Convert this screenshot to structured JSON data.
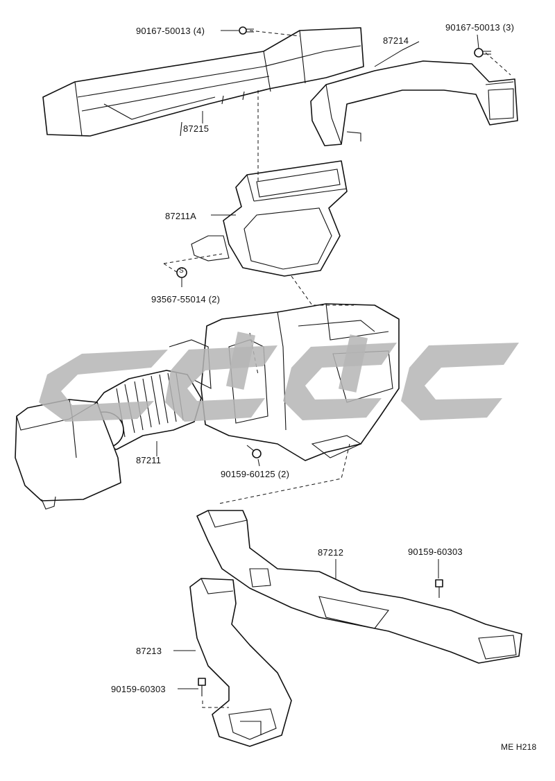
{
  "labels": {
    "bolt_top_left": "90167-50013 (4)",
    "bolt_top_right": "90167-50013 (3)",
    "p87214": "87214",
    "p87215": "87215",
    "p87211A": "87211A",
    "clip": "93567-55014 (2)",
    "clip_mark": "S",
    "p87211": "87211",
    "bolt_mid": "90159-60125 (2)",
    "p87212": "87212",
    "bolt_right_lower": "90159-60303",
    "p87213": "87213",
    "bolt_left_lower": "90159-60303",
    "code": "ME H218"
  },
  "watermark": {
    "color": "#b5b5b5"
  }
}
